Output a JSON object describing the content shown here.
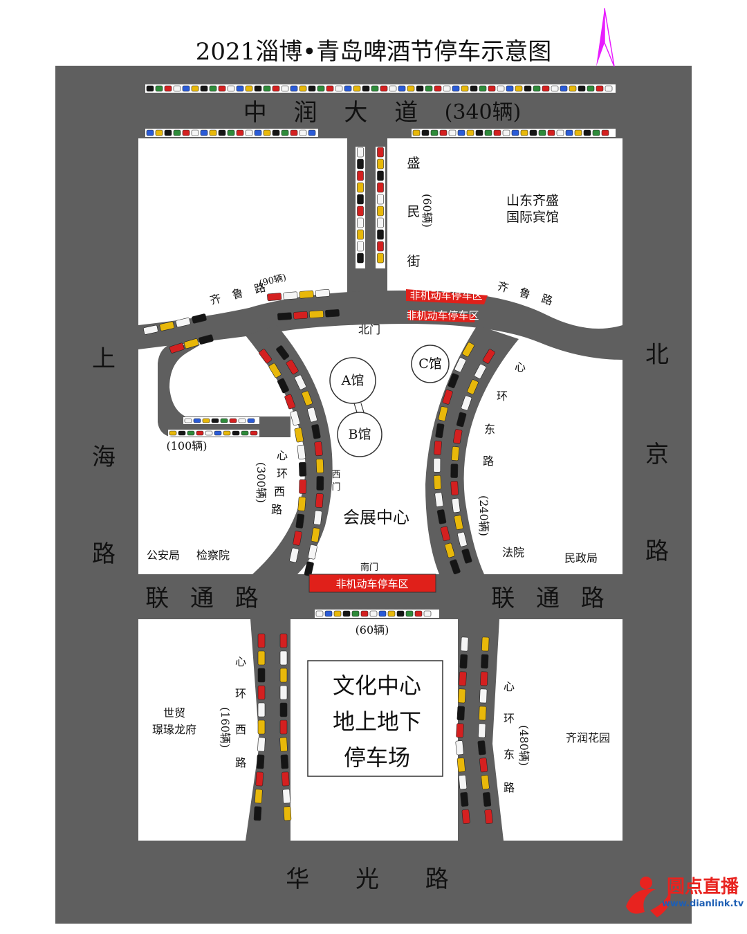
{
  "title": "2021淄博•青岛啤酒节停车示意图",
  "colors": {
    "road": "#5f5f5f",
    "block": "#ffffff",
    "red_zone": "#e0201a",
    "compass": "#e81cff",
    "logo_red": "#e8231f",
    "logo_blue": "#1e5fb4",
    "car_red": "#d42020",
    "car_yellow": "#e8b80a",
    "car_white": "#f5f5f5",
    "car_black": "#151515"
  },
  "icons": {
    "compass": "north-arrow-icon",
    "car": "car-icon",
    "logo": "broadcast-logo-icon"
  },
  "roads": {
    "zhongrun": {
      "name": "中 润 大 道",
      "capacity": "(340辆)"
    },
    "shanghai": {
      "chars": [
        "上",
        "海",
        "路"
      ]
    },
    "beijing": {
      "chars": [
        "北",
        "京",
        "路"
      ]
    },
    "liantong_left": "联 通 路",
    "liantong_right": "联 通 路",
    "huaguang": "华 光 路",
    "shengmin": {
      "chars": [
        "盛",
        "民",
        "街"
      ],
      "capacity": "(60辆)"
    },
    "qilu_left": {
      "name": "齐 鲁 路",
      "capacity": "(90辆)"
    },
    "qilu_right": "齐 鲁 路",
    "xinhuan_xi_upper": {
      "chars": [
        "心",
        "环",
        "西",
        "路"
      ],
      "capacity": "(300辆)"
    },
    "xinhuan_dong_upper": {
      "chars": [
        "心",
        "环",
        "东",
        "路"
      ],
      "capacity": "(240辆)"
    },
    "xinhuan_xi_lower": {
      "chars": [
        "心",
        "环",
        "西",
        "路"
      ],
      "capacity": "(160辆)"
    },
    "xinhuan_dong_lower": {
      "chars": [
        "心",
        "环",
        "东",
        "路"
      ],
      "capacity": "(480辆)"
    },
    "spur_capacity": "(100辆)",
    "south_lot_capacity": "(60辆)"
  },
  "places": {
    "hotel": [
      "山东齐盛",
      "国际宾馆"
    ],
    "hall_a": "A馆",
    "hall_b": "B馆",
    "hall_c": "C馆",
    "north_gate": "北门",
    "west_gate": [
      "西",
      "门"
    ],
    "south_gate": "南门",
    "expo_center": "会展中心",
    "police": "公安局",
    "procuratorate": "检察院",
    "court": "法院",
    "civil_affairs": "民政局",
    "shimao": [
      "世贸",
      "璟瑑龙府"
    ],
    "qirun": "齐润花园",
    "culture_center": [
      "文化中心",
      "地上地下",
      "停车场"
    ]
  },
  "zones": {
    "north_1": "非机动车停车区",
    "north_2": "非机动车停车区",
    "south": "非机动车停车区"
  },
  "logo": {
    "name": "圆点直播",
    "url": "www.dianlink.tv"
  }
}
